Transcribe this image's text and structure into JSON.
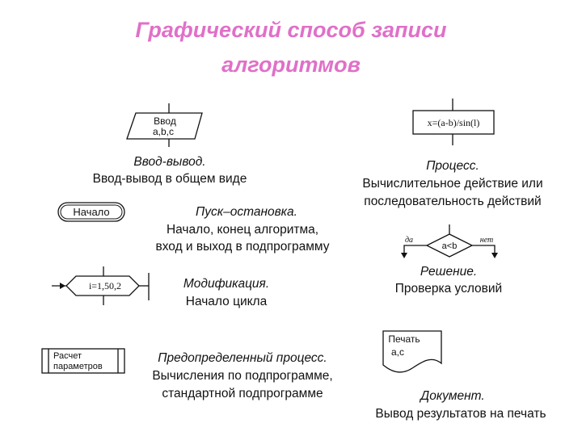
{
  "title": {
    "line1": "Графический способ записи",
    "line2": "алгоритмов"
  },
  "symbols": {
    "io": {
      "shape_text_1": "Ввод",
      "shape_text_2": "a,b,c",
      "name": "Ввод-вывод.",
      "desc": "Ввод-вывод в общем виде"
    },
    "process": {
      "shape_text": "x=(a-b)/sin(l)",
      "name": "Процесс.",
      "desc_1": "Вычислительное действие или",
      "desc_2": "последовательность действий"
    },
    "terminator": {
      "shape_text": "Начало",
      "name": "Пуск–остановка.",
      "desc_1": "Начало, конец алгоритма,",
      "desc_2": "вход и выход в подпрограмму"
    },
    "decision": {
      "shape_text": "a<b",
      "yes_label": "да",
      "no_label": "нет",
      "name": "Решение.",
      "desc": "Проверка условий"
    },
    "modification": {
      "shape_text": "i=1,50,2",
      "name": "Модификация.",
      "desc": "Начало цикла"
    },
    "predefined": {
      "shape_text_1": "Расчет",
      "shape_text_2": "параметров",
      "name": "Предопределенный процесс.",
      "desc_1": "Вычисления по подпрограмме,",
      "desc_2": "стандартной подпрограмме"
    },
    "document": {
      "shape_text_1": "Печать",
      "shape_text_2": "a,c",
      "name": "Документ.",
      "desc": "Вывод результатов на печать"
    }
  }
}
